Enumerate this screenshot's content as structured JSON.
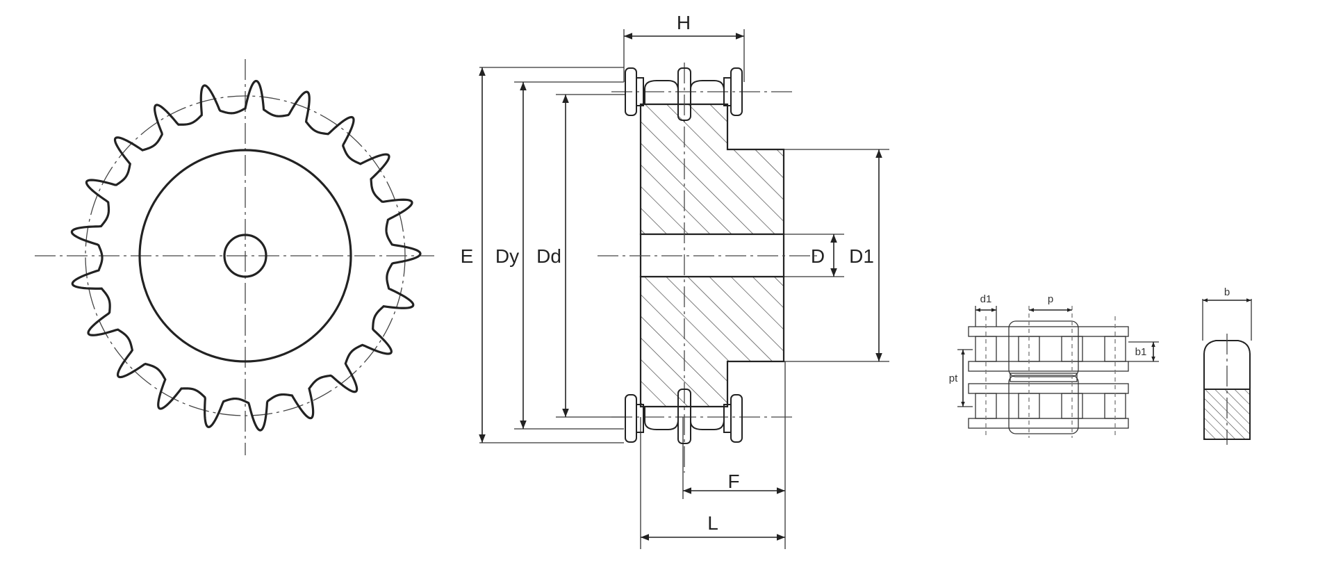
{
  "labels": {
    "H": "H",
    "E": "E",
    "Dy": "Dy",
    "Dd": "Dd",
    "D": "D",
    "D1": "D1",
    "F": "F",
    "L": "L",
    "d1": "d1",
    "p": "p",
    "b1": "b1",
    "pt": "pt",
    "b": "b"
  },
  "sprocket": {
    "teeth": 21
  },
  "colors": {
    "line": "#222222",
    "hatch": "#444444",
    "background": "#ffffff"
  }
}
